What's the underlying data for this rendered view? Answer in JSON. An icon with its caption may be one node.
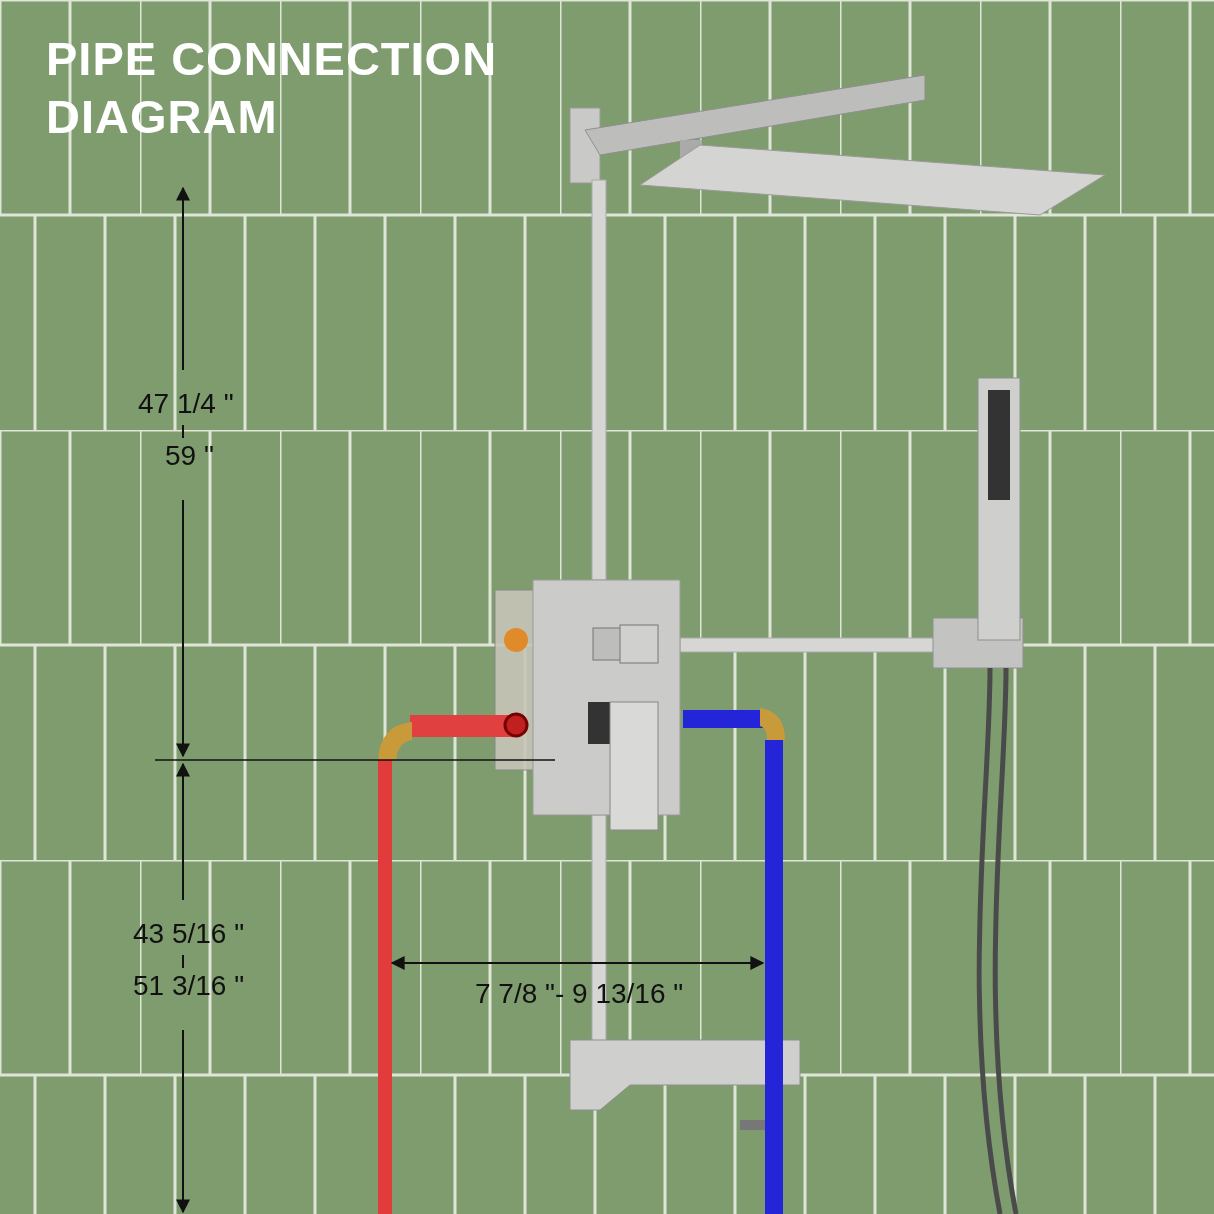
{
  "diagram": {
    "title": "PIPE CONNECTION DIAGRAM",
    "labels": [
      "47 1/4 \"",
      "59 \"",
      "43 5/16 \"",
      "51 3/16 \"",
      "7 7/8 \"- 9 13/16 \""
    ]
  }
}
